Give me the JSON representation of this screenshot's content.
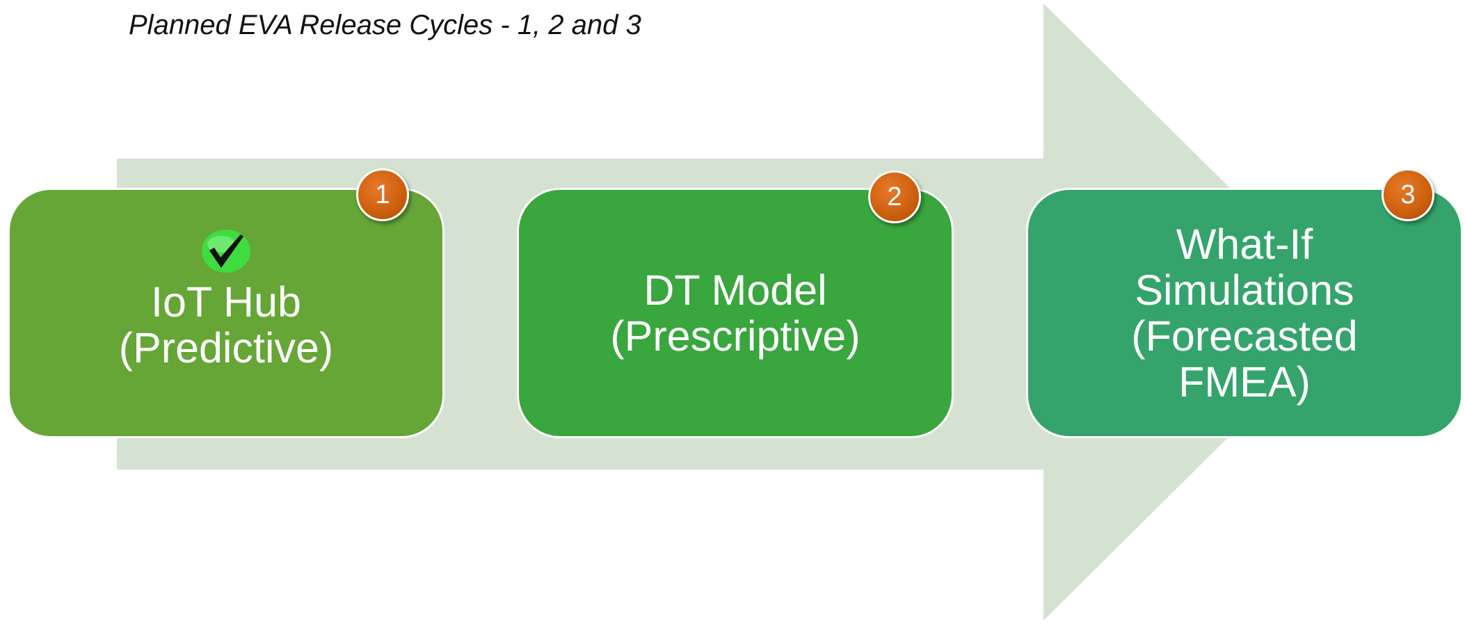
{
  "title": "Planned EVA Release Cycles - 1, 2 and 3",
  "colors": {
    "arrow": "#d5e2d2",
    "stage_1": "#65a637",
    "stage_2": "#39a63e",
    "stage_3": "#34a46c",
    "badge": "#cc5f0d",
    "check": "#3fdc3f"
  },
  "stages": [
    {
      "number": "1",
      "lines": [
        "IoT Hub",
        "(Predictive)"
      ],
      "completed": true,
      "status_icon": "checkmark-icon"
    },
    {
      "number": "2",
      "lines": [
        "DT Model",
        "(Prescriptive)"
      ],
      "completed": false
    },
    {
      "number": "3",
      "lines": [
        "What-If",
        "Simulations",
        "(Forecasted",
        "FMEA)"
      ],
      "completed": false
    }
  ]
}
